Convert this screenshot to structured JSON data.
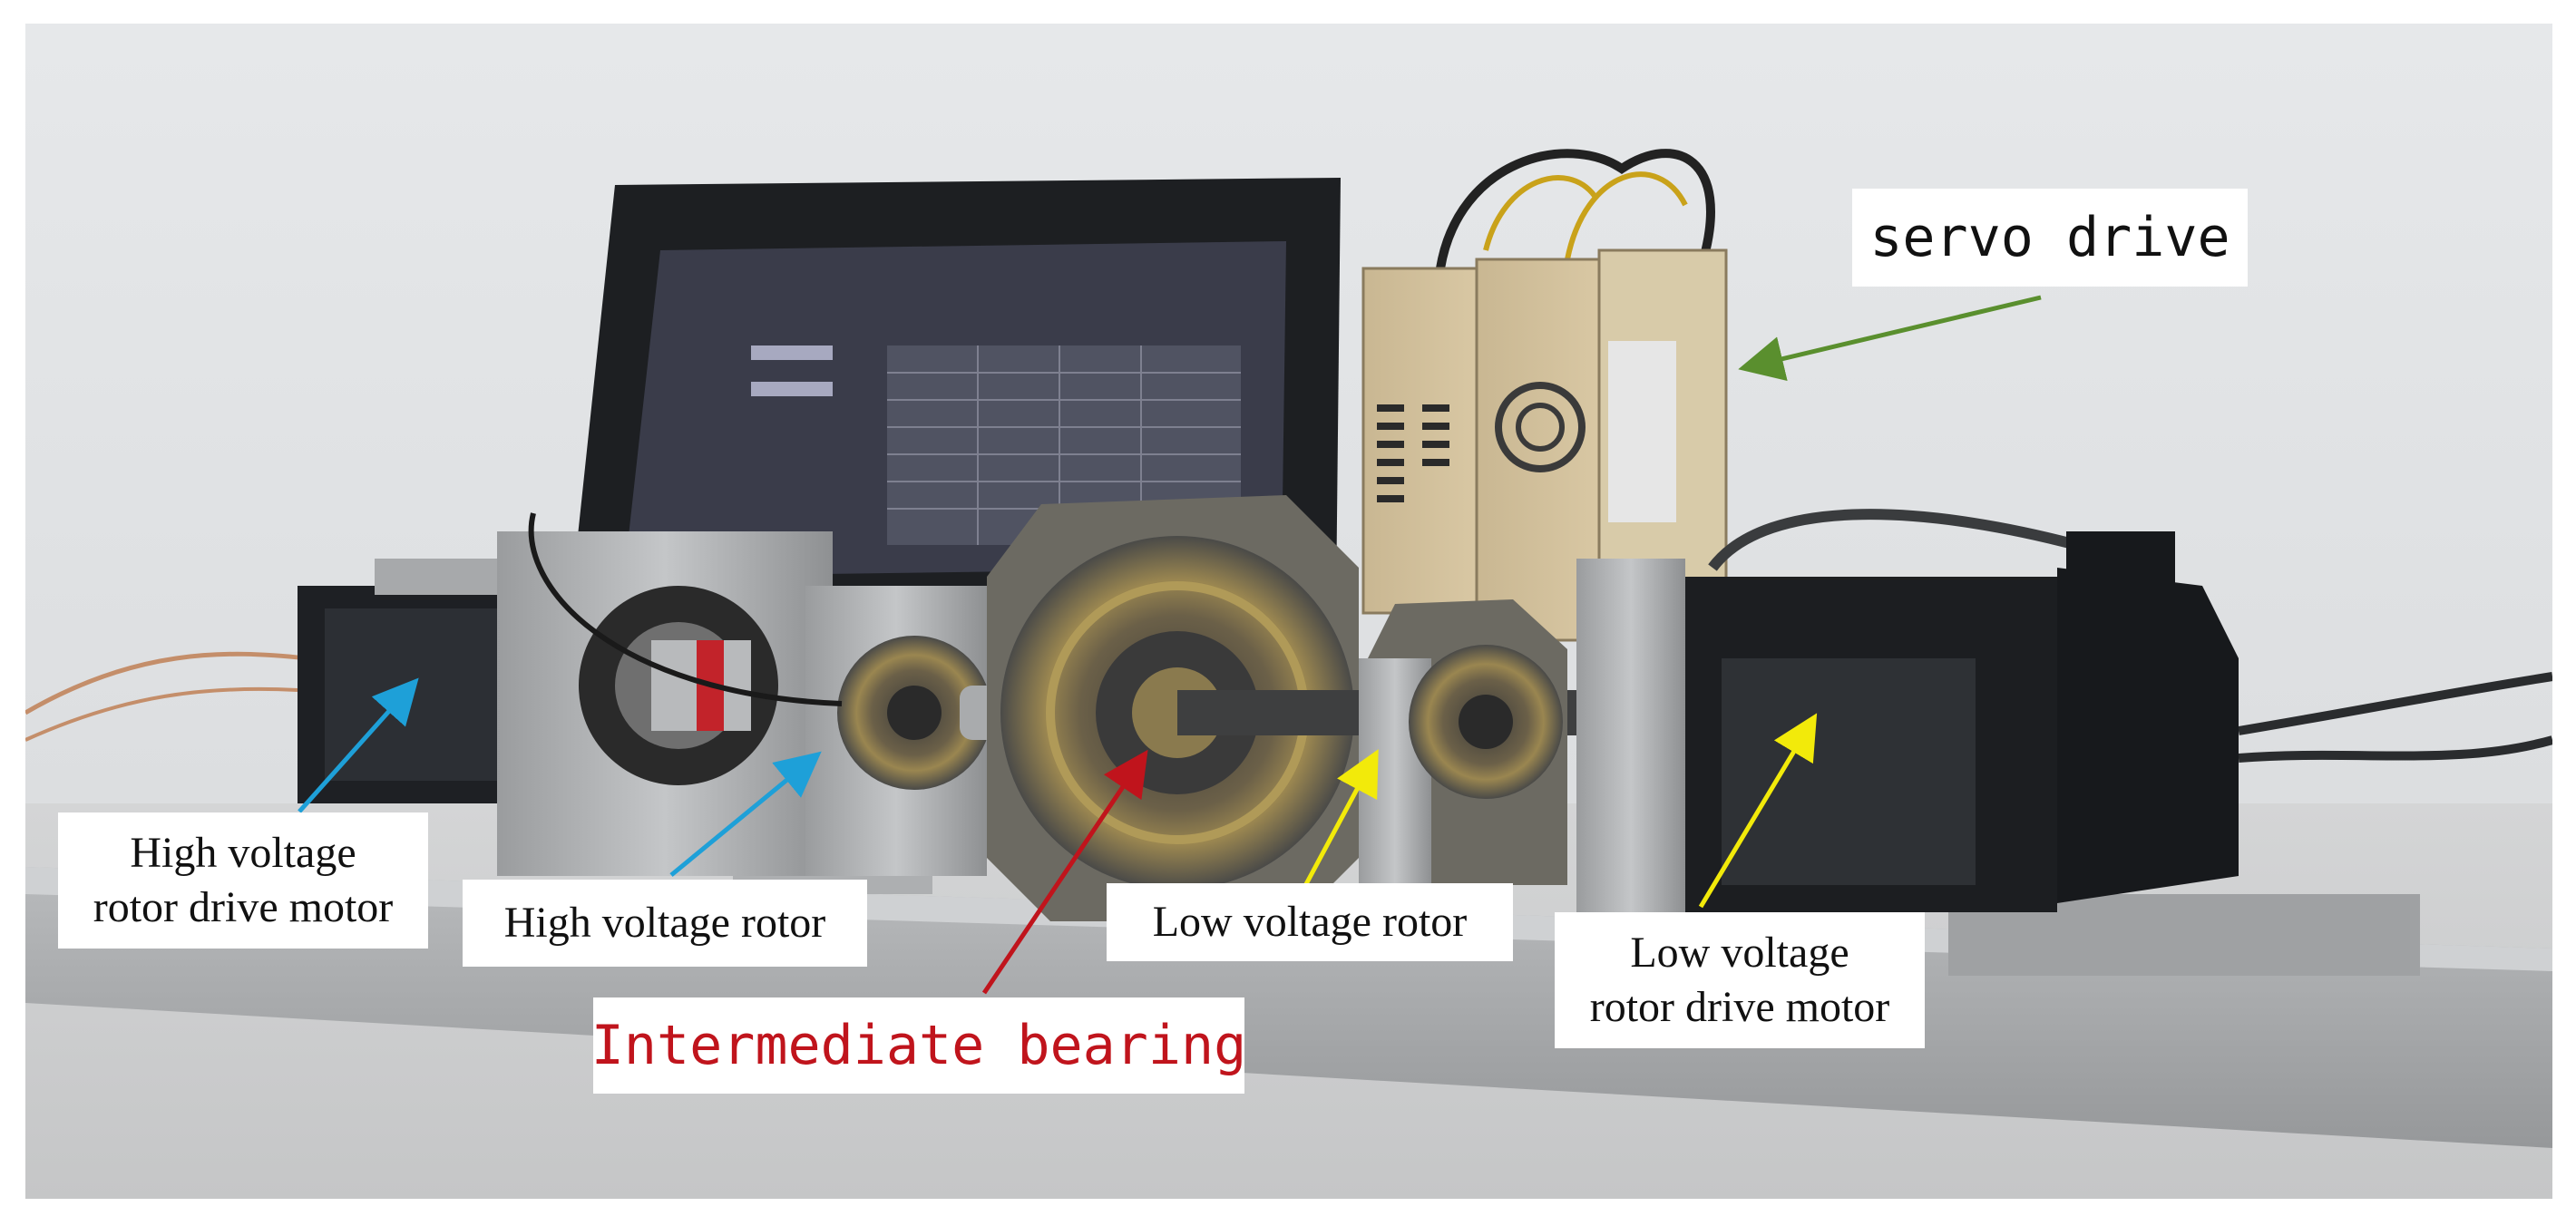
{
  "labels": {
    "servo_drive": "servo drive",
    "hv_motor_line1": "High voltage",
    "hv_motor_line2": "rotor drive motor",
    "hv_rotor": "High voltage rotor",
    "intermediate_bearing": "Intermediate bearing",
    "lv_rotor": "Low voltage rotor",
    "lv_motor_line1": "Low voltage",
    "lv_motor_line2": "rotor drive motor"
  },
  "colors": {
    "servo_drive_arrow": "#5a8f2e",
    "high_voltage_arrows": "#1ea0d8",
    "intermediate_bearing": "#c0141c",
    "low_voltage_arrows": "#f2ea0a"
  }
}
